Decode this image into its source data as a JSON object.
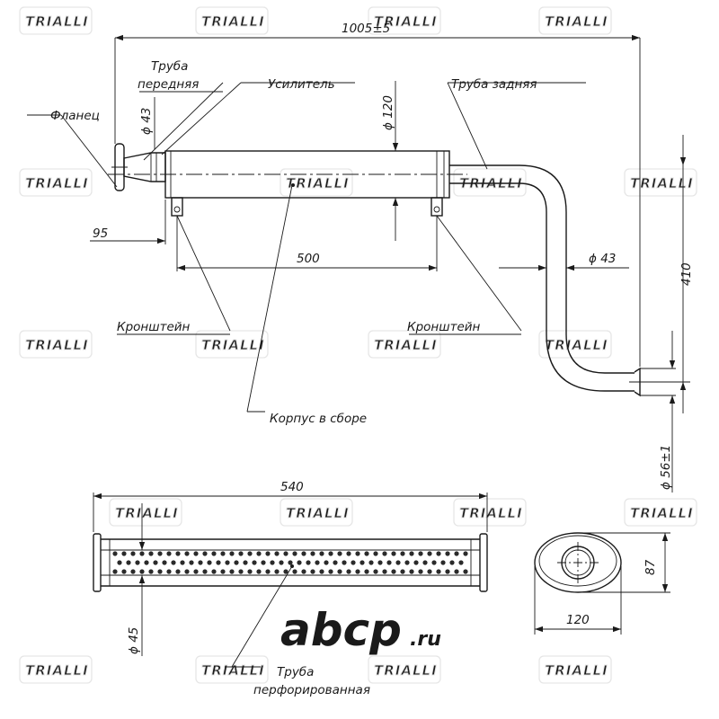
{
  "labels": {
    "flange": "Фланец",
    "front_pipe_1": "Труба",
    "front_pipe_2": "передняя",
    "reinforcer": "Усилитель",
    "rear_pipe": "Труба задняя",
    "bracket_left": "Кронштейн",
    "bracket_right": "Кронштейн",
    "body_assembly": "Корпус в сборе",
    "perf_pipe_1": "Труба",
    "perf_pipe_2": "перфорированная"
  },
  "dimensions": {
    "overall_length": "1005±5",
    "diam_front": "ϕ 43",
    "diam_body": "ϕ 120",
    "flange_offset": "95",
    "bracket_spacing": "500",
    "diam_rear": "ϕ 43",
    "height": "410",
    "diam_outlet": "ϕ 56±1",
    "perf_length": "540",
    "perf_diam": "ϕ 45",
    "oval_height": "87",
    "oval_width": "120"
  },
  "watermark": {
    "brand": "TRIALLI",
    "site_main": "abcp",
    "site_tld": ".ru"
  }
}
